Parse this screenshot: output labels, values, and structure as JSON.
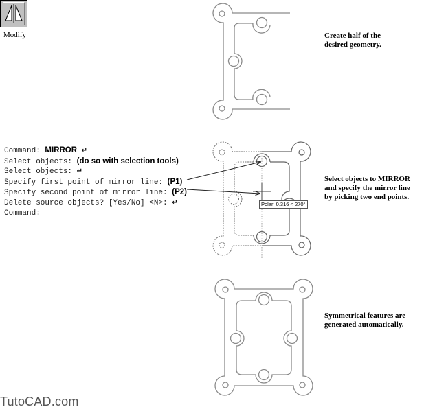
{
  "toolbar": {
    "mirror_button": {
      "icon": "mirror-icon",
      "label": "Modify"
    }
  },
  "command_line": {
    "lines": [
      {
        "prompt": "Command: ",
        "input": "MIRROR",
        "enter": "↵"
      },
      {
        "prompt": "Select objects: ",
        "input": "(do so with selection tools)"
      },
      {
        "prompt": "Select objects: ",
        "enter": "↵"
      },
      {
        "prompt": "Specify first point of mirror line: ",
        "input": "(P1)"
      },
      {
        "prompt": "Specify second point of mirror line: ",
        "input": "(P2)"
      },
      {
        "prompt": "Delete source objects? [Yes/No] <N>: ",
        "enter": "↵"
      },
      {
        "prompt": "Command:"
      }
    ]
  },
  "steps": [
    {
      "caption_line1": "Create half of the",
      "caption_line2": "desired geometry."
    },
    {
      "caption_line1": "Select objects to MIRROR",
      "caption_line2": "and specify the mirror line",
      "caption_line3": "by picking two end points."
    },
    {
      "caption_line1": "Symmetrical features are",
      "caption_line2": "generated automatically."
    }
  ],
  "tooltip": {
    "polar": "Polar: 0.316 < 270°"
  },
  "colors": {
    "geometry": "#808080",
    "dashed": "#707070",
    "arrow": "#222222"
  },
  "watermark": "TutoCAD.com"
}
